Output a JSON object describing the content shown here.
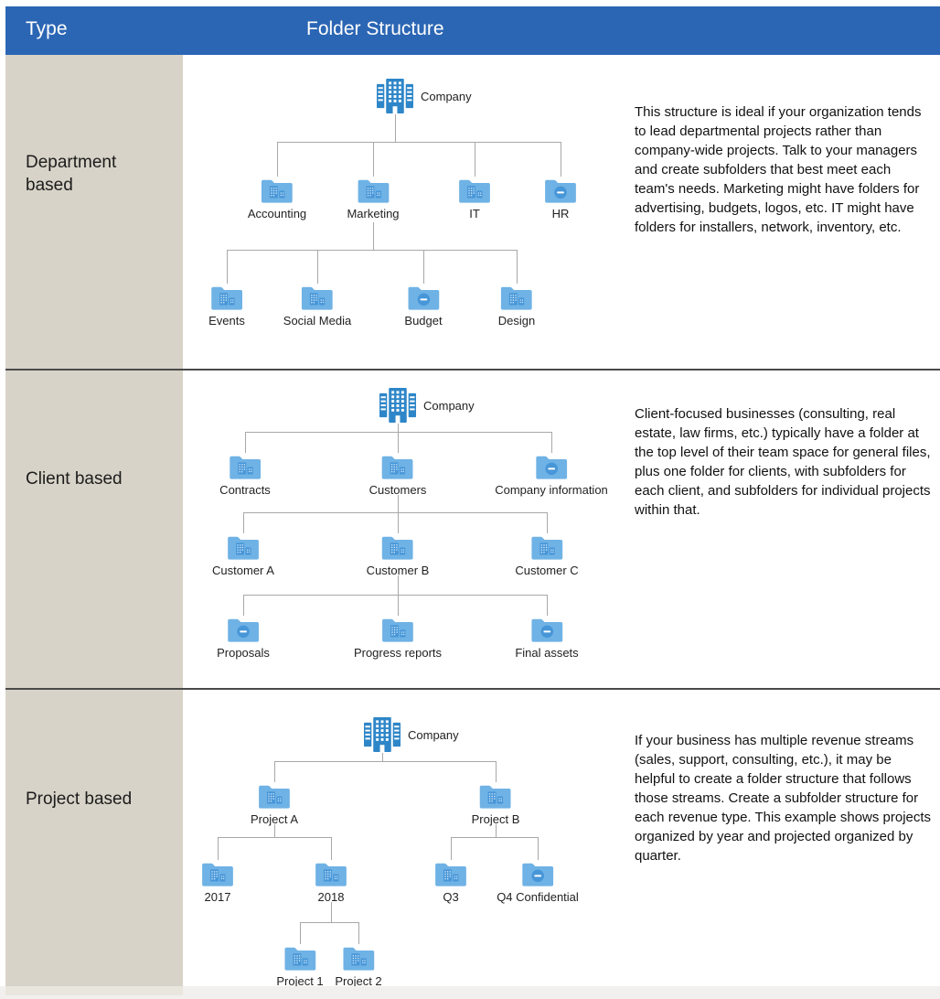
{
  "header": {
    "type_col_label": "Type",
    "structure_col_label": "Folder Structure"
  },
  "colors": {
    "header_blue": "#2b66b4",
    "row_label_beige": "#d8d3c8",
    "folder_blue": "#6fb2e5",
    "building_blue": "#2e86c8",
    "glyph_blue": "#4796d8",
    "connector_gray": "#a8a8a8"
  },
  "icons": {
    "root": "company-building-icon",
    "department_folder": "folder-building-icon",
    "restricted_folder": "folder-minus-icon"
  },
  "rows": [
    {
      "type_label": "Department based",
      "description": "This structure is ideal if your organization tends to lead departmental projects rather than company-wide projects. Talk to your managers and create subfolders that best meet each team's needs. Marketing might have folders for advertising, budgets, logos, etc. IT might have folders for installers, network, inventory, etc.",
      "tree": {
        "label": "Company",
        "icon": "company-building-icon",
        "children": [
          {
            "label": "Accounting",
            "icon": "folder-building-icon"
          },
          {
            "label": "Marketing",
            "icon": "folder-building-icon",
            "children": [
              {
                "label": "Events",
                "icon": "folder-building-icon"
              },
              {
                "label": "Social Media",
                "icon": "folder-building-icon"
              },
              {
                "label": "Budget",
                "icon": "folder-minus-icon"
              },
              {
                "label": "Design",
                "icon": "folder-building-icon"
              }
            ]
          },
          {
            "label": "IT",
            "icon": "folder-building-icon"
          },
          {
            "label": "HR",
            "icon": "folder-minus-icon"
          }
        ]
      }
    },
    {
      "type_label": "Client based",
      "description": "Client-focused businesses (consulting, real estate, law firms, etc.) typically have a folder at the top level of their team space for general files, plus one folder for clients, with subfolders for each client, and subfolders for individual projects within that.",
      "tree": {
        "label": "Company",
        "icon": "company-building-icon",
        "children": [
          {
            "label": "Contracts",
            "icon": "folder-building-icon"
          },
          {
            "label": "Customers",
            "icon": "folder-building-icon",
            "children": [
              {
                "label": "Customer A",
                "icon": "folder-building-icon"
              },
              {
                "label": "Customer B",
                "icon": "folder-building-icon",
                "children": [
                  {
                    "label": "Proposals",
                    "icon": "folder-minus-icon"
                  },
                  {
                    "label": "Progress reports",
                    "icon": "folder-building-icon"
                  },
                  {
                    "label": "Final assets",
                    "icon": "folder-minus-icon"
                  }
                ]
              },
              {
                "label": "Customer C",
                "icon": "folder-building-icon"
              }
            ]
          },
          {
            "label": "Company information",
            "icon": "folder-minus-icon"
          }
        ]
      }
    },
    {
      "type_label": "Project based",
      "description": "If your business has multiple revenue streams (sales, support, consulting, etc.), it may be helpful to create a folder structure that follows those streams. Create a subfolder structure for each revenue type. This example shows projects organized by year and projected organized by quarter.",
      "tree": {
        "label": "Company",
        "icon": "company-building-icon",
        "children": [
          {
            "label": "Project A",
            "icon": "folder-building-icon",
            "children": [
              {
                "label": "2017",
                "icon": "folder-building-icon"
              },
              {
                "label": "2018",
                "icon": "folder-building-icon",
                "children": [
                  {
                    "label": "Project 1",
                    "icon": "folder-building-icon"
                  },
                  {
                    "label": "Project 2",
                    "icon": "folder-building-icon"
                  }
                ]
              }
            ]
          },
          {
            "label": "Project B",
            "icon": "folder-building-icon",
            "children": [
              {
                "label": "Q3",
                "icon": "folder-building-icon"
              },
              {
                "label": "Q4 Confidential",
                "icon": "folder-minus-icon"
              }
            ]
          }
        ]
      }
    }
  ]
}
